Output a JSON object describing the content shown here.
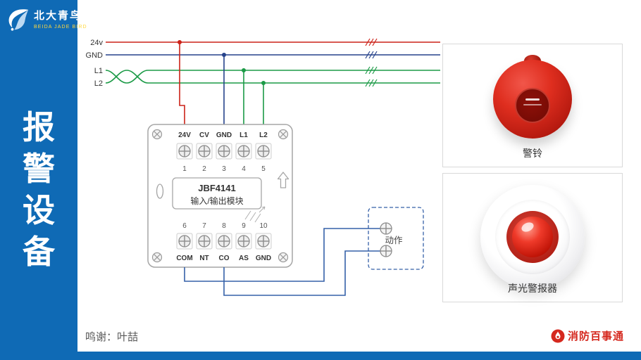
{
  "colors": {
    "sidebar_blue": "#0f6ab5",
    "wire_24v_red": "#cc2218",
    "wire_gnd_blue": "#26428b",
    "wire_loop_green": "#1b9a46",
    "wire_output_blue": "#3560a8",
    "brand_red": "#d5281e"
  },
  "sidebar": {
    "brand_cn": "北大青鸟",
    "brand_en": "BEIDA JADE BIRD",
    "title_chars": [
      "报",
      "警",
      "设",
      "备"
    ]
  },
  "bus": {
    "labels": [
      "24v",
      "GND",
      "L1",
      "L2"
    ]
  },
  "module": {
    "model": "JBF4141",
    "name": "输入/输出模块",
    "top_terminals": [
      "24V",
      "CV",
      "GND",
      "L1",
      "L2"
    ],
    "top_numbers": [
      "1",
      "2",
      "3",
      "4",
      "5"
    ],
    "bottom_numbers": [
      "6",
      "7",
      "8",
      "9",
      "10"
    ],
    "bottom_terminals": [
      "COM",
      "NT",
      "CO",
      "AS",
      "GND"
    ]
  },
  "action_box": {
    "label": "动作"
  },
  "products": [
    {
      "label": "警铃"
    },
    {
      "label": "声光警报器"
    }
  ],
  "footer": {
    "credits": "鸣谢：叶喆",
    "brand": "消防百事通"
  },
  "icons": {
    "logo": "bird-swoosh",
    "brand": "flame-in-circle",
    "module_arrow": "up-arrow",
    "screws": "cross-screw"
  }
}
